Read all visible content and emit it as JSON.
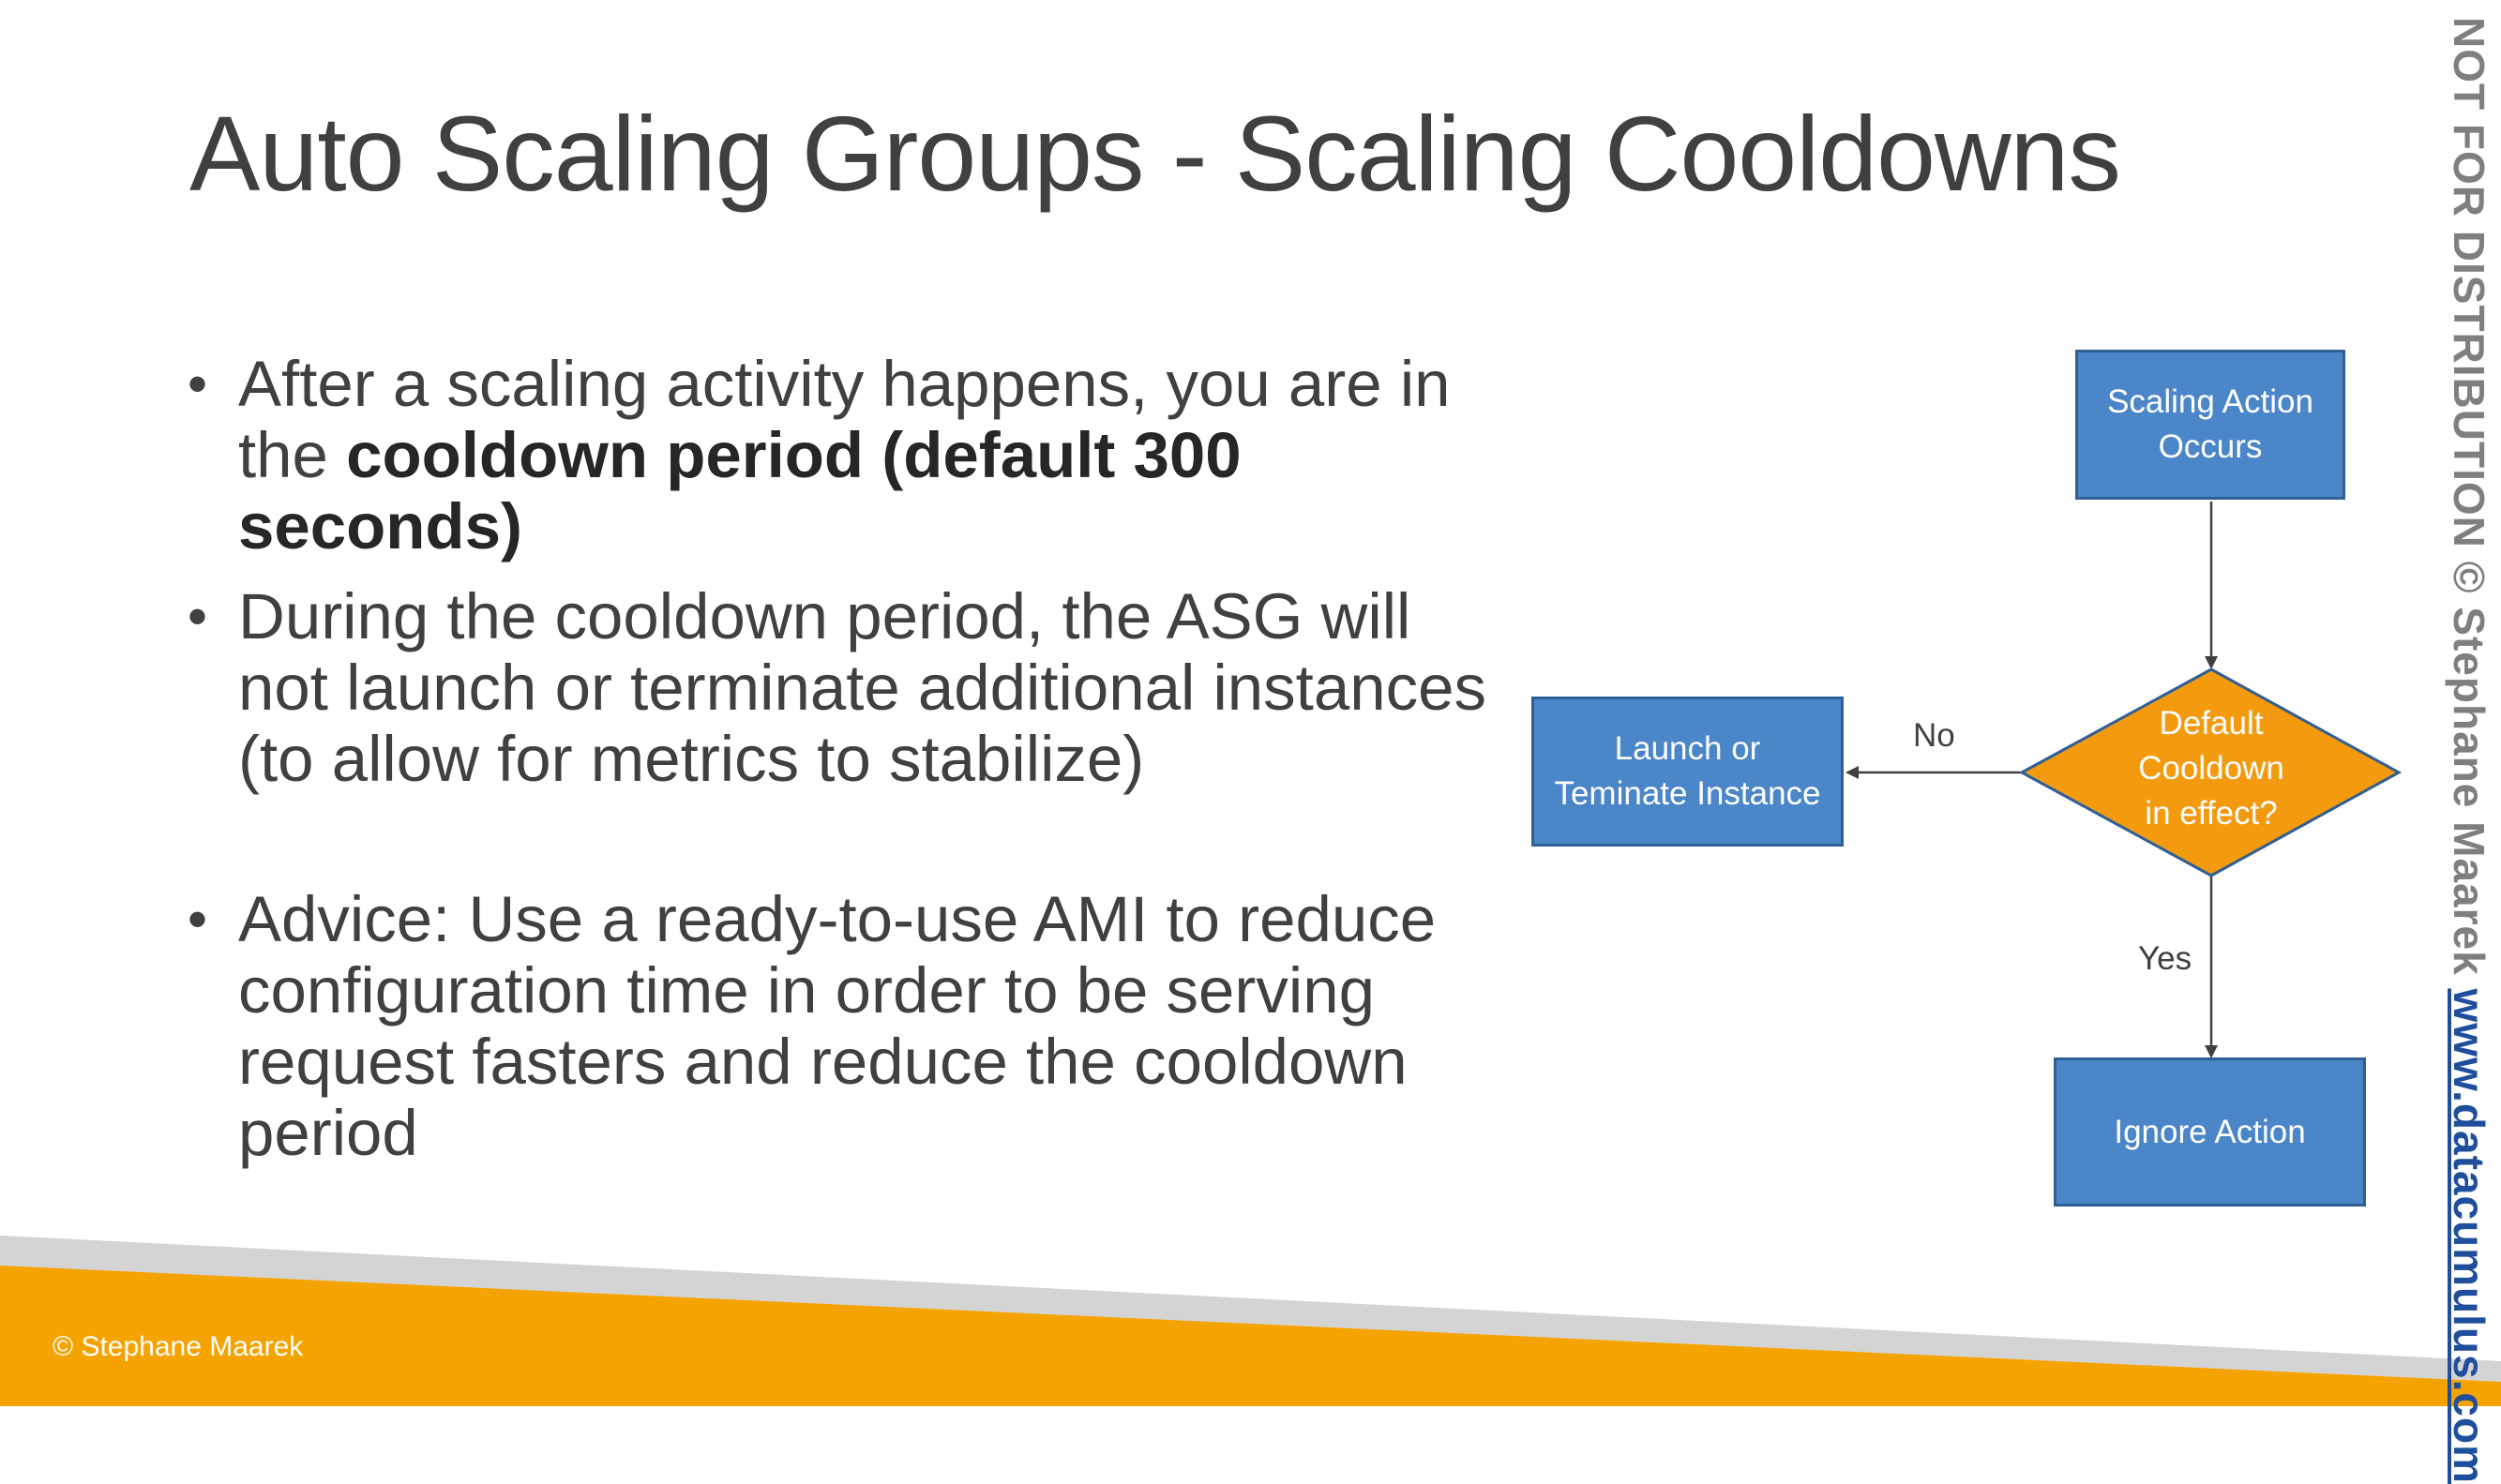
{
  "slide": {
    "title": "Auto Scaling Groups - Scaling Cooldowns",
    "bullets": [
      {
        "text_before": "After a scaling activity happens, you are in the ",
        "bold": "cooldown period (default 300 seconds)",
        "text_after": ""
      },
      {
        "text_before": "During the cooldown period, the ASG will not launch or terminate additional instances (to allow for metrics to stabilize)",
        "bold": "",
        "text_after": ""
      },
      {
        "text_before": "Advice: Use a ready-to-use AMI to reduce configuration time in order to be serving request fasters and reduce the cooldown period",
        "bold": "",
        "text_after": ""
      }
    ],
    "bullet_glyph": "•"
  },
  "flowchart": {
    "nodes": {
      "start": {
        "lines": [
          "Scaling Action",
          "Occurs"
        ]
      },
      "decision": {
        "lines": [
          "Default",
          "Cooldown",
          "in effect?"
        ]
      },
      "launch": {
        "lines": [
          "Launch or",
          "Teminate Instance"
        ]
      },
      "ignore": {
        "lines": [
          "Ignore Action"
        ]
      }
    },
    "edges": {
      "no_label": "No",
      "yes_label": "Yes"
    },
    "colors": {
      "box_fill": "#4a86c8",
      "box_border": "#2f5f95",
      "decision_fill": "#f39a0f",
      "decision_border": "#2f5f95",
      "arrow": "#404040"
    }
  },
  "watermark": {
    "text": "NOT FOR DISTRIBUTION © Stephane Maarek ",
    "url": "www.datacumulus.com"
  },
  "footer": {
    "copyright": "© Stephane Maarek",
    "colors": {
      "band_orange": "#f5a300",
      "band_gray": "#d4d4d4"
    }
  }
}
